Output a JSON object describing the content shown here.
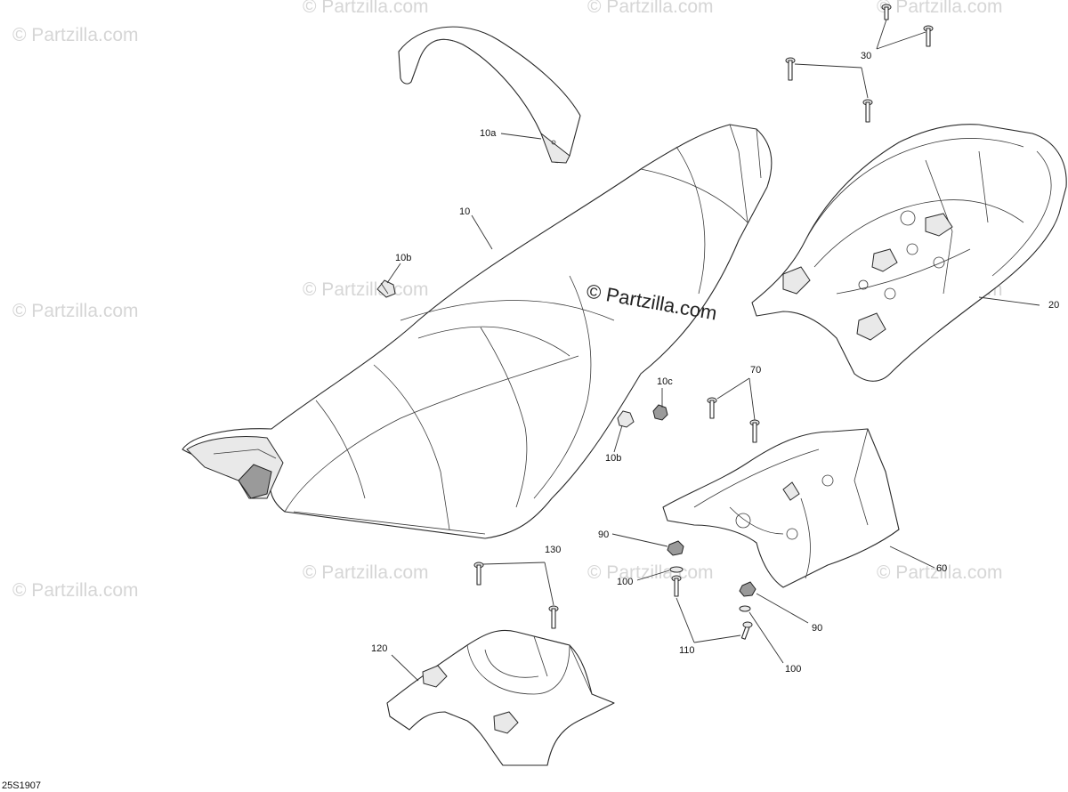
{
  "watermark": "© Partzilla.com",
  "center_watermark": "© Partzilla.com",
  "diagram_code": "25S1907",
  "callouts": {
    "c_10a": "10a",
    "c_10": "10",
    "c_10b_top": "10b",
    "c_10b_bottom": "10b",
    "c_10c": "10c",
    "c_20": "20",
    "c_30": "30",
    "c_60": "60",
    "c_70": "70",
    "c_90_left": "90",
    "c_90_right": "90",
    "c_100_left": "100",
    "c_100_right": "100",
    "c_110": "110",
    "c_120": "120",
    "c_130": "130"
  }
}
